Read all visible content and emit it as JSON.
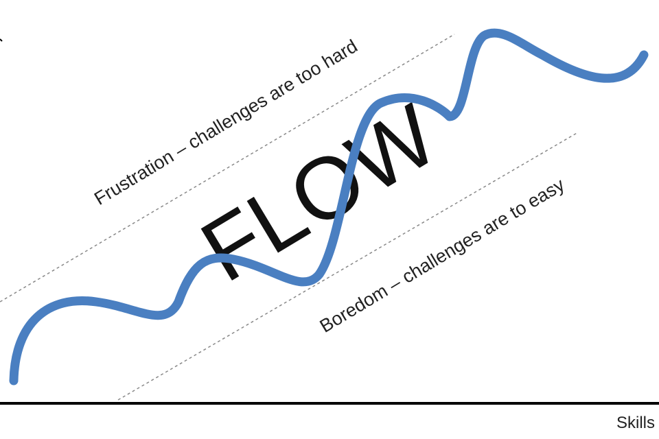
{
  "diagram": {
    "flow_label": "FLOW",
    "frustration_label": "Frustration – challenges are too hard",
    "boredom_label": "Boredom – challenges are to easy",
    "x_axis_label": "Skills",
    "colors": {
      "wave": "#4a7fc1",
      "axis": "#000000",
      "boundary": "#888888",
      "text": "#222222"
    }
  }
}
